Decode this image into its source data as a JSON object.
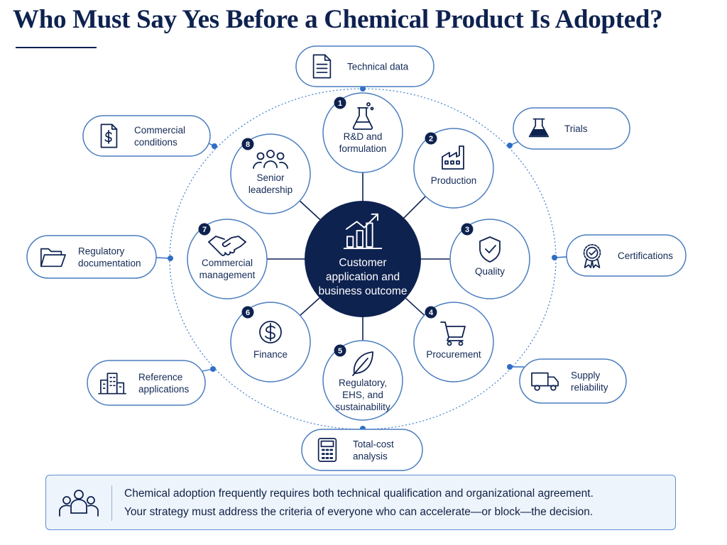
{
  "title": "Who Must Say Yes Before a Chemical Product Is Adopted?",
  "hub": {
    "lines": [
      "Customer",
      "application and",
      "business outcome"
    ],
    "icon": "growth-bar-chart-icon"
  },
  "stakeholders": [
    {
      "number": "1",
      "lines": [
        "R&D and",
        "formulation"
      ],
      "icon": "flask-icon"
    },
    {
      "number": "2",
      "lines": [
        "Production"
      ],
      "icon": "factory-icon"
    },
    {
      "number": "3",
      "lines": [
        "Quality"
      ],
      "icon": "shield-check-icon"
    },
    {
      "number": "4",
      "lines": [
        "Procurement"
      ],
      "icon": "shopping-cart-icon"
    },
    {
      "number": "5",
      "lines": [
        "Regulatory,",
        "EHS, and",
        "sustainability"
      ],
      "icon": "leaf-icon"
    },
    {
      "number": "6",
      "lines": [
        "Finance"
      ],
      "icon": "dollar-coin-icon"
    },
    {
      "number": "7",
      "lines": [
        "Commercial",
        "management"
      ],
      "icon": "handshake-icon"
    },
    {
      "number": "8",
      "lines": [
        "Senior",
        "leadership"
      ],
      "icon": "people-group-icon"
    }
  ],
  "evidence": [
    {
      "lines": [
        "Technical data"
      ],
      "icon": "document-icon"
    },
    {
      "lines": [
        "Trials"
      ],
      "icon": "beaker-icon"
    },
    {
      "lines": [
        "Certifications"
      ],
      "icon": "award-ribbon-icon"
    },
    {
      "lines": [
        "Supply",
        "reliability"
      ],
      "icon": "delivery-truck-icon"
    },
    {
      "lines": [
        "Total-cost",
        "analysis"
      ],
      "icon": "calculator-icon"
    },
    {
      "lines": [
        "Reference",
        "applications"
      ],
      "icon": "buildings-icon"
    },
    {
      "lines": [
        "Regulatory",
        "documentation"
      ],
      "icon": "folder-icon"
    },
    {
      "lines": [
        "Commercial",
        "conditions"
      ],
      "icon": "invoice-dollar-icon"
    }
  ],
  "footer": {
    "line1": "Chemical adoption frequently requires both technical qualification and organizational agreement.",
    "line2": "Your strategy must address the criteria of everyone who can accelerate—or block—the decision.",
    "icon": "people-group-icon"
  },
  "colors": {
    "navy": "#0e2250",
    "accent_blue": "#2f6fc6",
    "node_border": "#4a7dbf",
    "dotted_ring": "#4a86d0",
    "footer_bg": "#eef4fb"
  }
}
